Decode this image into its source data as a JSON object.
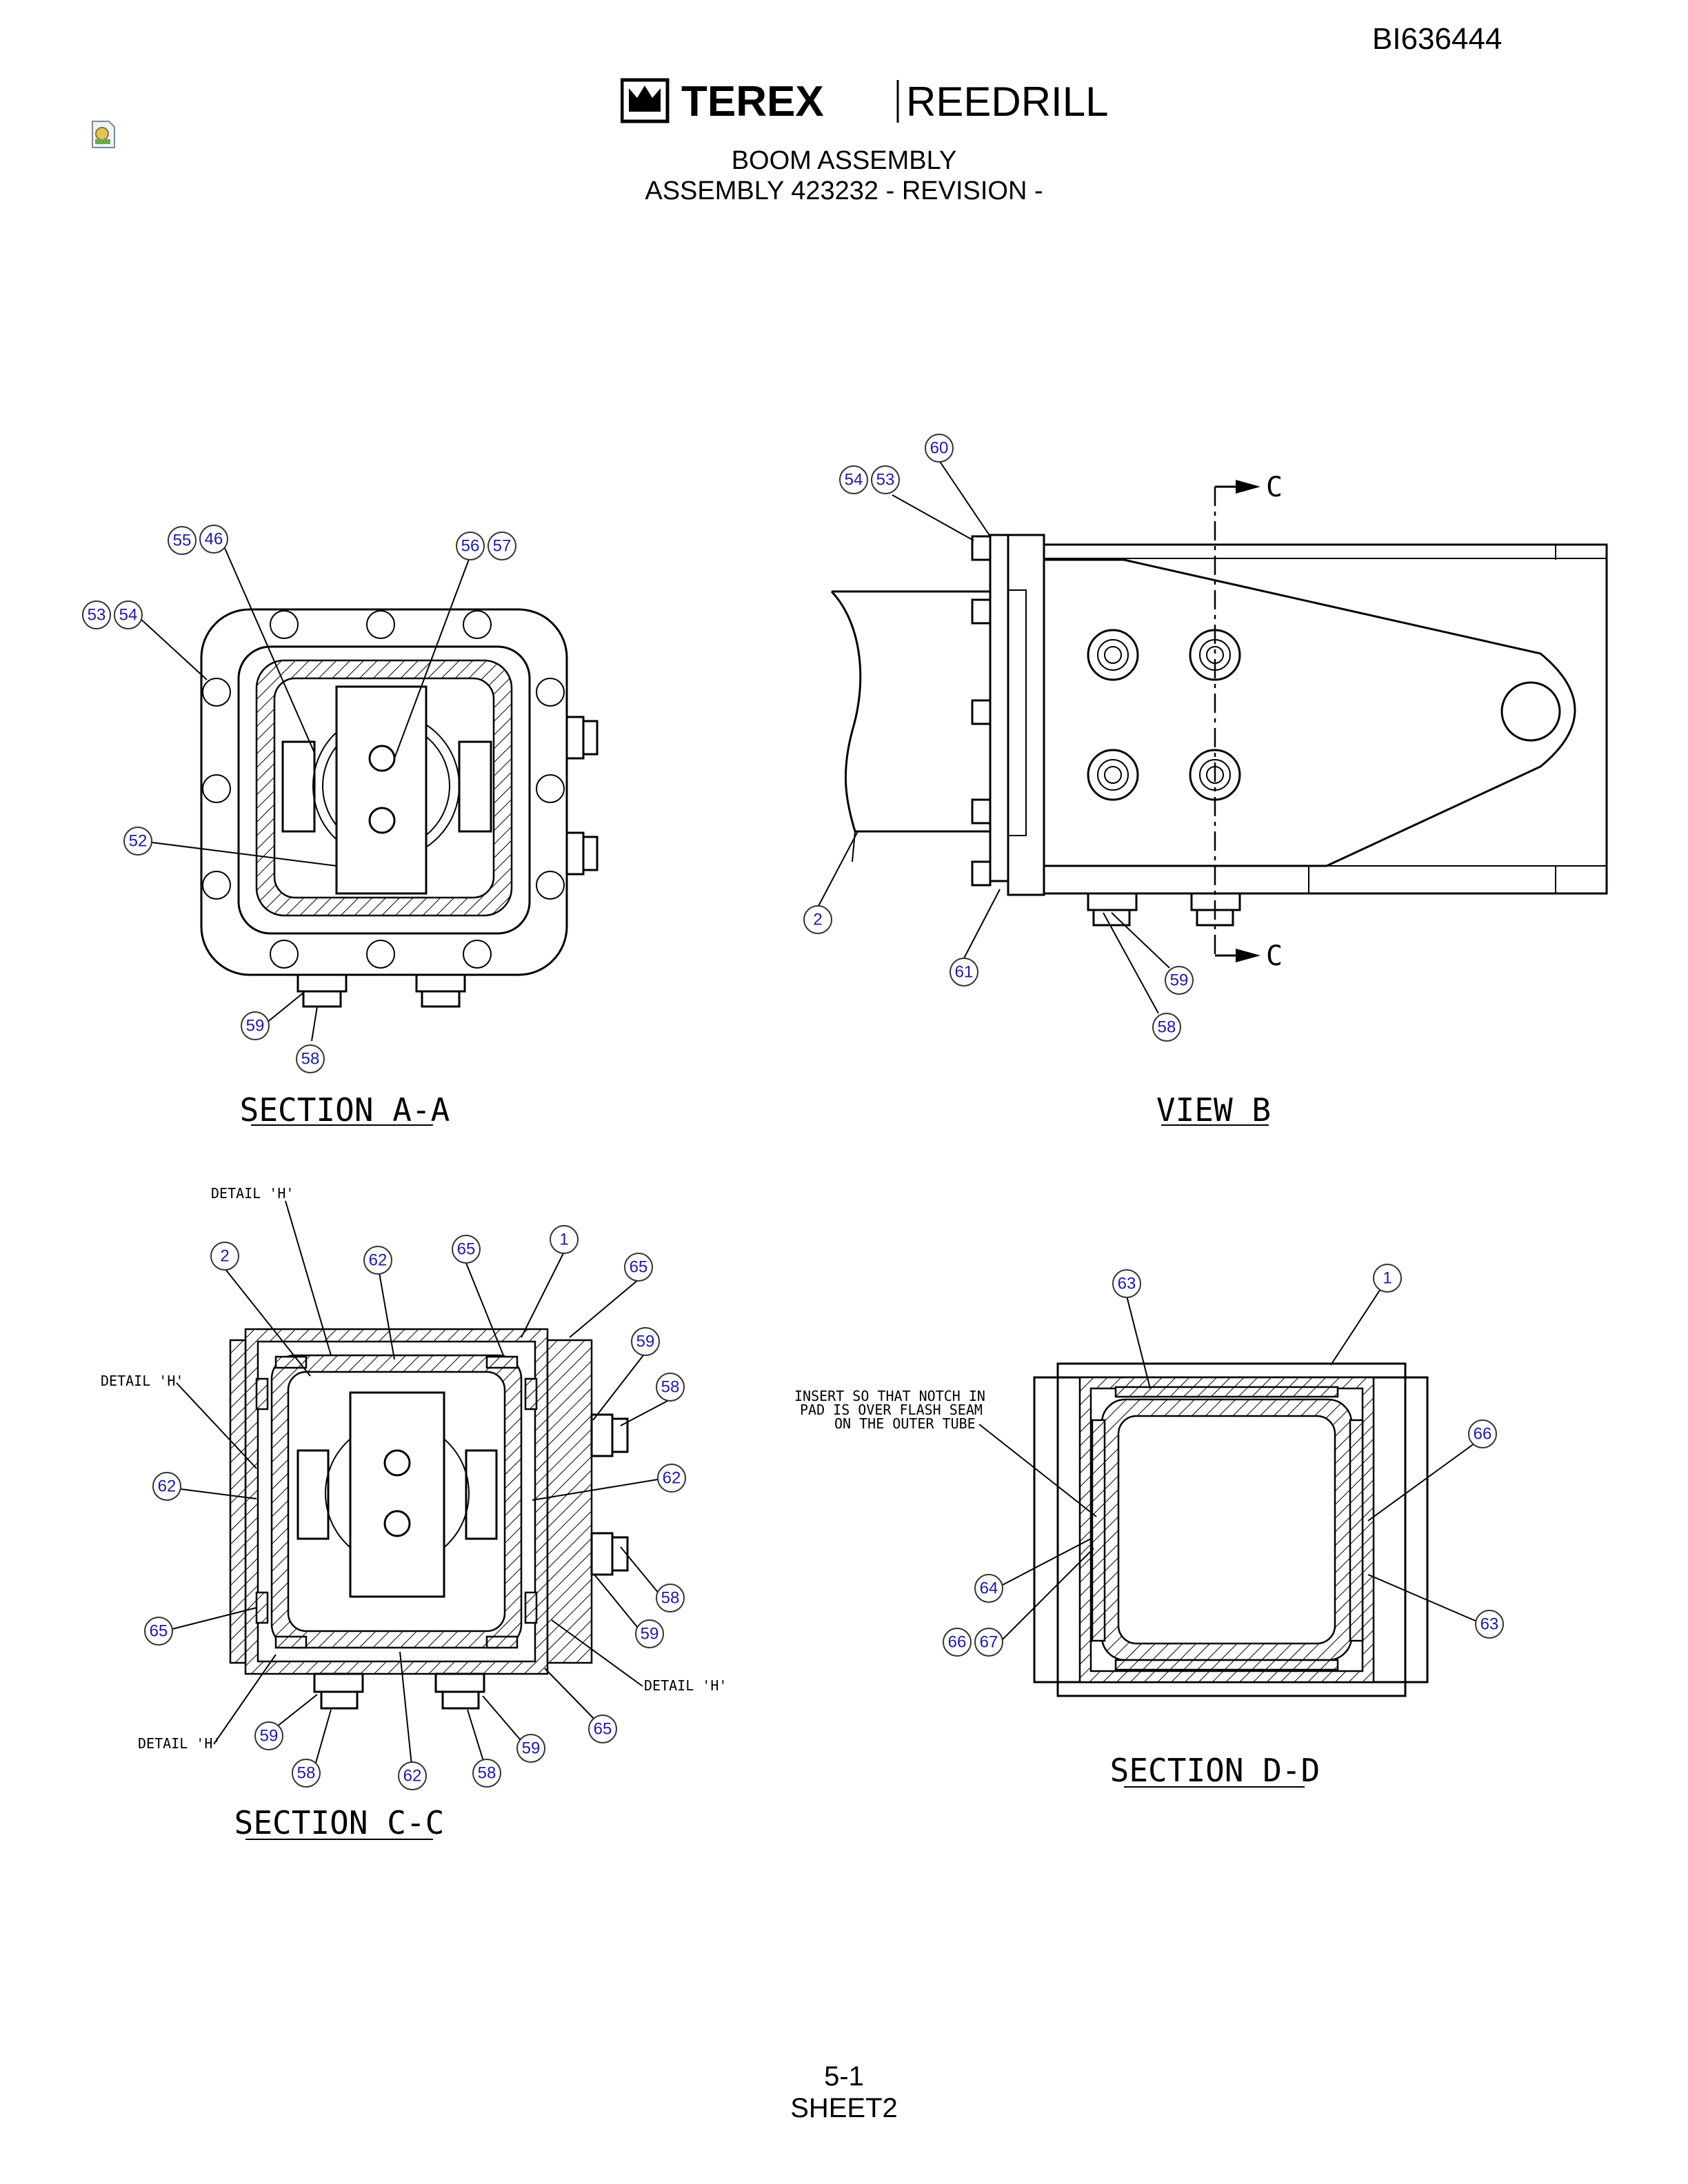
{
  "header": {
    "doc_number": "BI636444",
    "brand_left": "TEREX",
    "brand_right": "REEDRILL",
    "title_line1": "BOOM ASSEMBLY",
    "title_line2": "ASSEMBLY 423232 - REVISION -"
  },
  "views": {
    "section_aa": "SECTION A-A",
    "view_b": "VIEW B",
    "section_cc": "SECTION C-C",
    "section_dd": "SECTION D-D",
    "cut_label_c": "C",
    "detail_h": "DETAIL 'H'",
    "note_line1": "INSERT SO THAT NOTCH IN",
    "note_line2": "PAD IS OVER FLASH SEAM",
    "note_line3": "ON THE OUTER TUBE"
  },
  "balloons": {
    "aa": [
      "55",
      "46",
      "56",
      "57",
      "53",
      "54",
      "52",
      "59",
      "58"
    ],
    "b": [
      "60",
      "54",
      "53",
      "2",
      "61",
      "59",
      "58"
    ],
    "cc": [
      "2",
      "62",
      "65",
      "1",
      "65",
      "59",
      "58",
      "62",
      "62",
      "58",
      "59",
      "65",
      "65",
      "59",
      "58",
      "62",
      "58",
      "59"
    ],
    "dd": [
      "63",
      "1",
      "66",
      "64",
      "66",
      "67",
      "63"
    ]
  },
  "footer": {
    "page": "5-1",
    "sheet": "SHEET2"
  }
}
